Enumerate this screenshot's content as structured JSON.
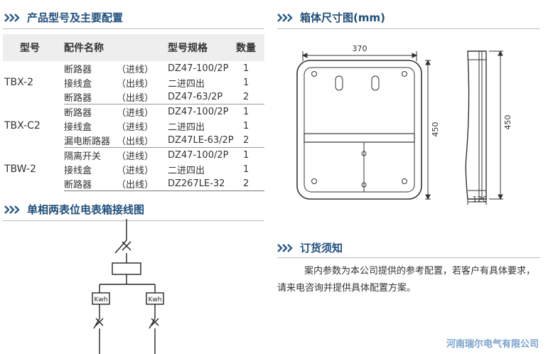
{
  "sections": {
    "products": "产品型号及主要配置",
    "dimensions": "箱体尺寸图(mm)",
    "wiring": "单相两表位电表箱接线图",
    "ordering": "订货须知"
  },
  "table": {
    "headers": [
      "型号",
      "配件名称",
      "型号规格",
      "数量"
    ],
    "groups": [
      {
        "model": "TBX-2",
        "rows": [
          {
            "part": "断路器",
            "dir": "（进线）",
            "spec": "DZ47-100/2P",
            "qty": "1"
          },
          {
            "part": "接线盒",
            "dir": "（出线）",
            "spec": "二进四出",
            "qty": "1"
          },
          {
            "part": "断路器",
            "dir": "（出线）",
            "spec": "DZ47-63/2P",
            "qty": "2"
          }
        ]
      },
      {
        "model": "TBX-C2",
        "rows": [
          {
            "part": "断路器",
            "dir": "（进线）",
            "spec": "DZ47-100/2P",
            "qty": "1"
          },
          {
            "part": "接线盒",
            "dir": "（进线）",
            "spec": "二进四出",
            "qty": "1"
          },
          {
            "part": "漏电断路器",
            "dir": "（出线）",
            "spec": "DZ47LE-63/2P",
            "qty": "2"
          }
        ]
      },
      {
        "model": "TBW-2",
        "rows": [
          {
            "part": "隔离开关",
            "dir": "（进线）",
            "spec": "DZ47-100/2P",
            "qty": "1"
          },
          {
            "part": "接线盒",
            "dir": "（进线）",
            "spec": "二进四出",
            "qty": "1"
          },
          {
            "part": "断路器",
            "dir": "（出线）",
            "spec": "DZ267LE-32",
            "qty": "2"
          }
        ]
      }
    ]
  },
  "drawing": {
    "width": "370",
    "height_front": "450",
    "height_side": "450",
    "depth": "120"
  },
  "wiring_diagram": {
    "meter_label_1": "Kwh",
    "meter_label_2": "Kwh"
  },
  "note": "案内参数为本公司提供的参考配置，若客户有具体要求，请来电咨询并提供具体配置方案。",
  "company": "河南瑞尔电气有限公司",
  "colors": {
    "title": "#1f4f7a",
    "chevron": "#2a5b8a",
    "company": "#7ba2cc"
  }
}
